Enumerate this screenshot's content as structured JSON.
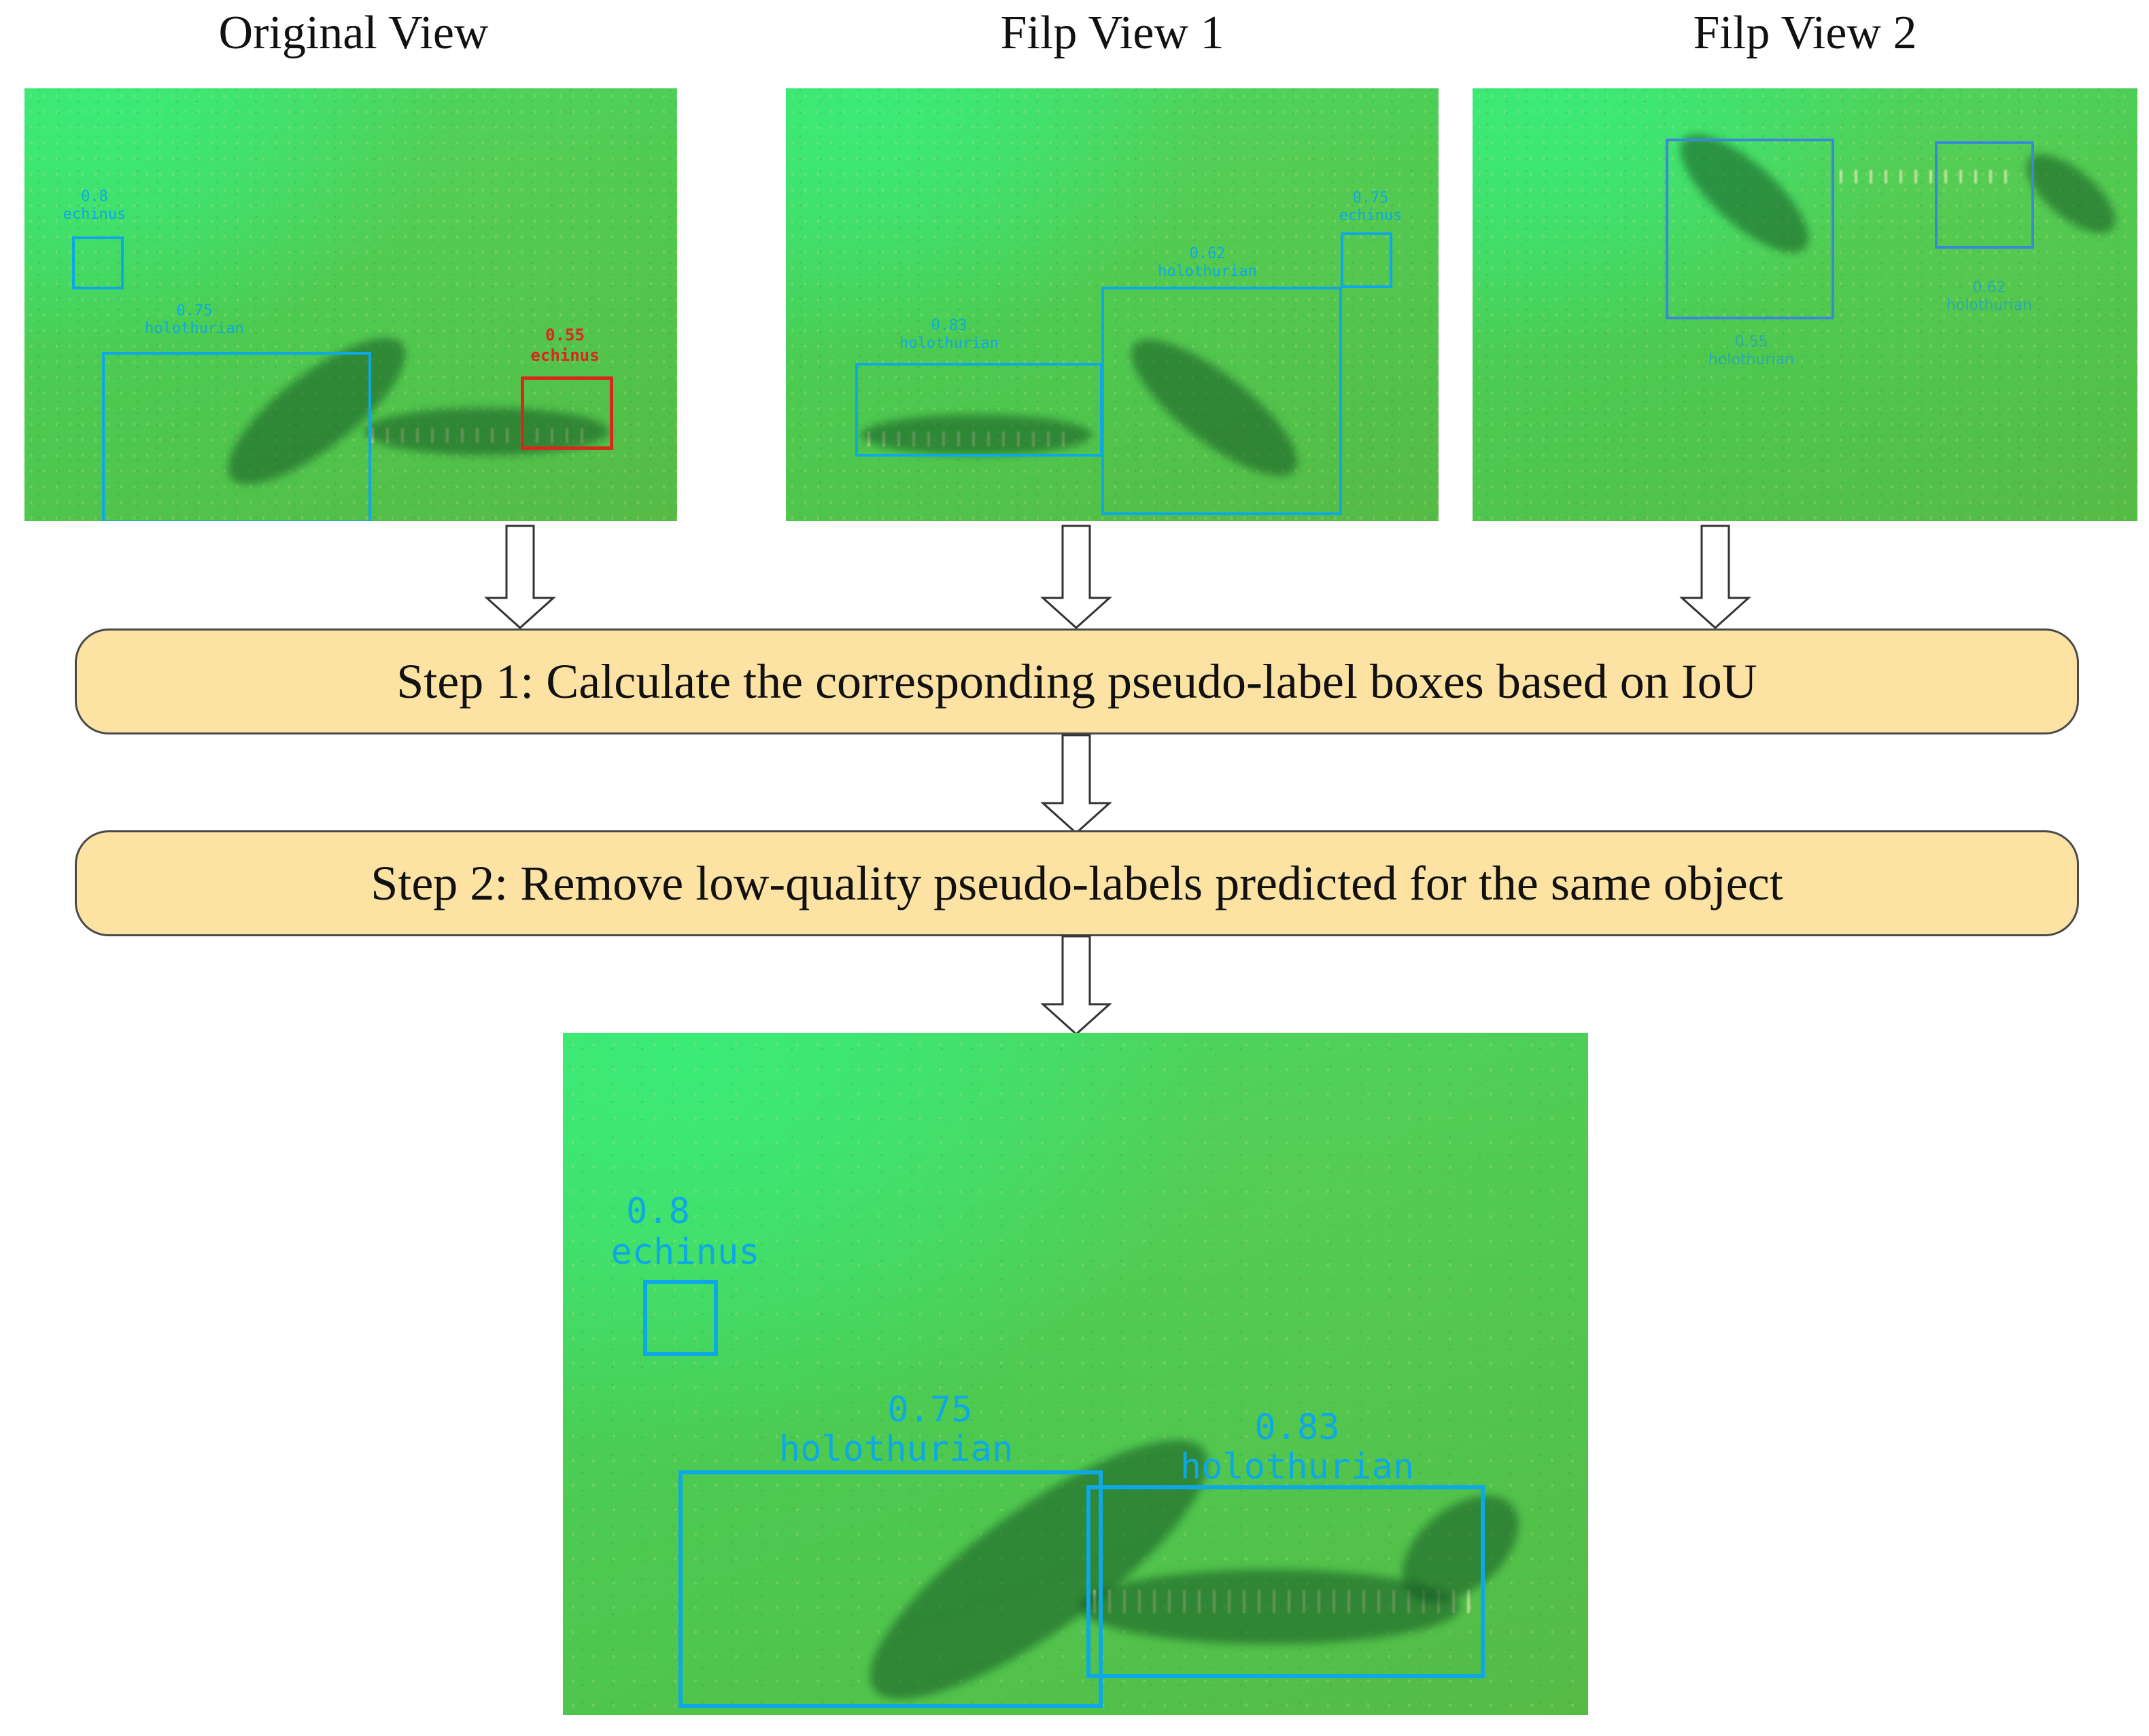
{
  "views": {
    "original": {
      "title": "Original View",
      "detections": [
        {
          "score": "0.8",
          "label": "echinus"
        },
        {
          "score": "0.75",
          "label": "holothurian"
        },
        {
          "score": "0.55",
          "label": "echinus"
        }
      ]
    },
    "flip1": {
      "title": "Filp View 1",
      "detections": [
        {
          "score": "0.75",
          "label": "echinus"
        },
        {
          "score": "0.62",
          "label": "holothurian"
        },
        {
          "score": "0.83",
          "label": "holothurian"
        }
      ]
    },
    "flip2": {
      "title": "Filp View 2",
      "detections": [
        {
          "score": "0.55",
          "label": "holothurian"
        },
        {
          "score": "0.62",
          "label": "holothurian"
        }
      ]
    }
  },
  "steps": {
    "step1": "Step 1: Calculate the corresponding pseudo-label boxes based on IoU",
    "step2": "Step 2: Remove low-quality pseudo-labels predicted for the same object"
  },
  "result": {
    "detections": [
      {
        "score": "0.8",
        "label": "echinus"
      },
      {
        "score": "0.75",
        "label": "holothurian"
      },
      {
        "score": "0.83",
        "label": "holothurian"
      }
    ]
  },
  "colors": {
    "box_kept": "#0ea8e6",
    "box_removed": "#d8281c",
    "step_fill": "#fde3a3",
    "underwater_green": "#4ccb52"
  }
}
